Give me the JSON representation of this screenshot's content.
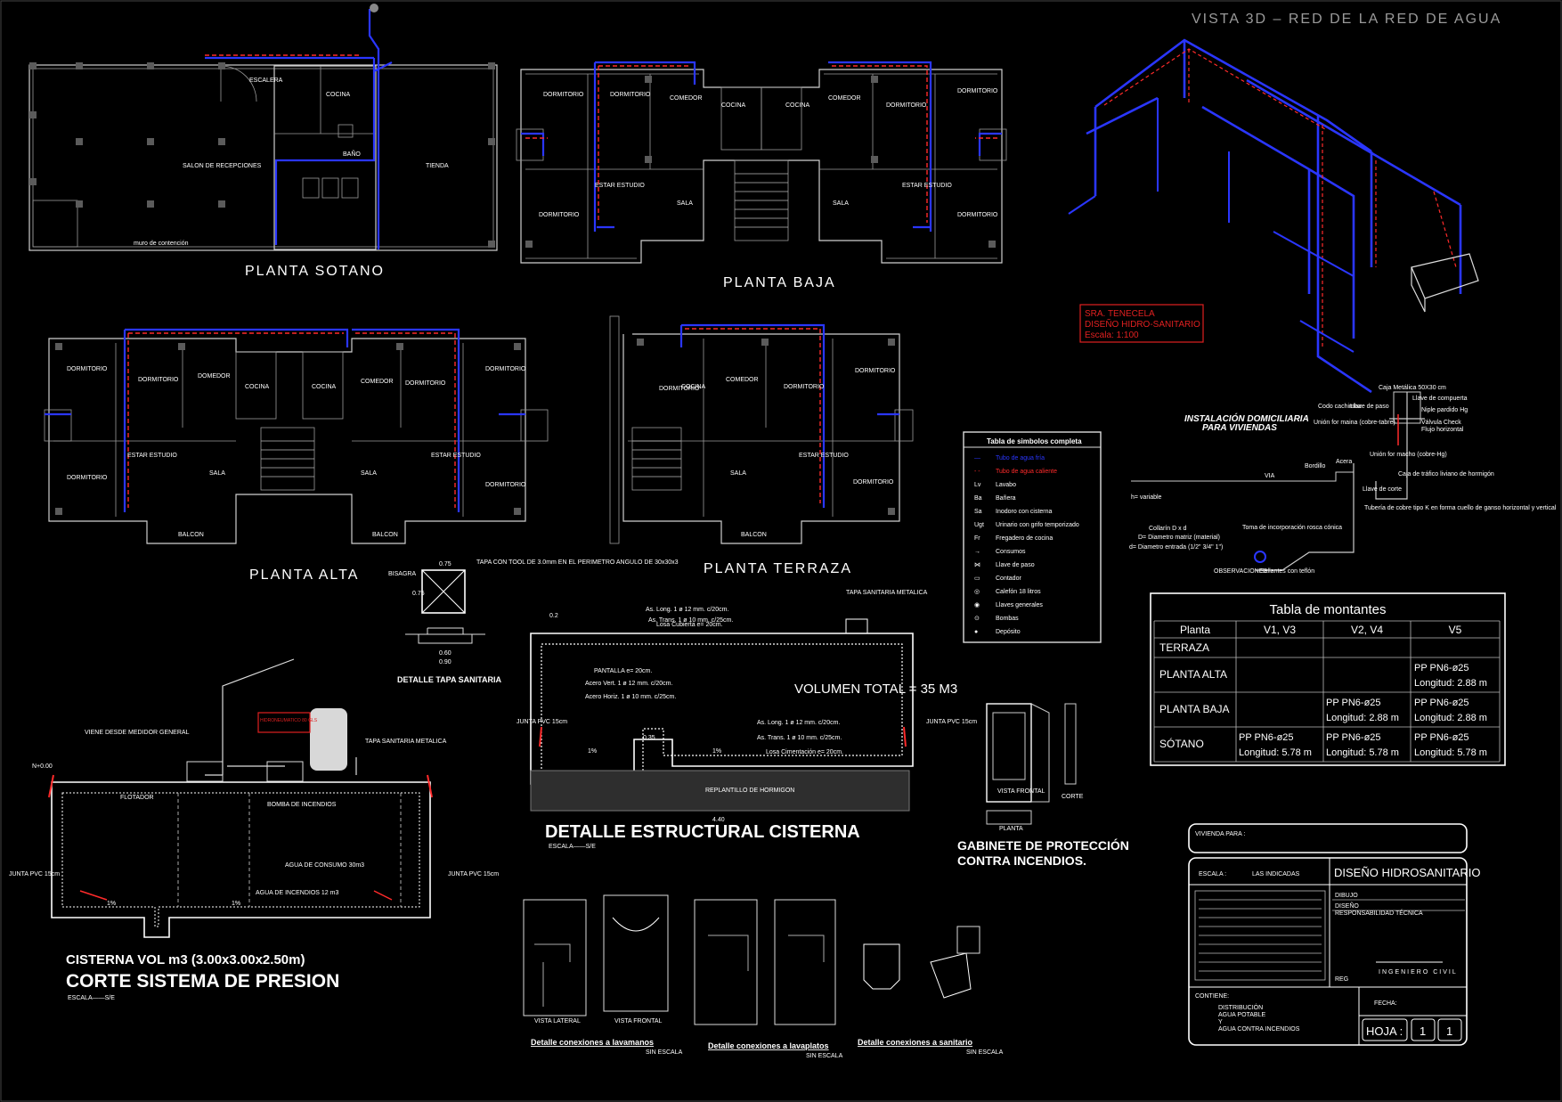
{
  "colors": {
    "background": "#000000",
    "cold_pipe": "#2a36ff",
    "hot_pipe": "#ff2a2a",
    "lines": "#cfcfcf"
  },
  "plans": {
    "sotano": {
      "title": "PLANTA SOTANO",
      "rooms": [
        "SALON DE RECEPCIONES",
        "TIENDA",
        "COCINA",
        "ESCALERA",
        "BAÑO",
        "muro de contención"
      ]
    },
    "baja": {
      "title": "PLANTA BAJA",
      "rooms": [
        "DORMITORIO",
        "DORMITORIO",
        "COMEDOR",
        "COCINA",
        "COCINA",
        "COMEDOR",
        "DORMITORIO",
        "DORMITORIO",
        "ESTAR ESTUDIO",
        "ESTAR ESTUDIO",
        "SALA",
        "SALA",
        "DORMITORIO",
        "DORMITORIO"
      ]
    },
    "alta": {
      "title": "PLANTA ALTA",
      "rooms": [
        "DORMITORIO",
        "DORMITORIO",
        "DOMEDOR",
        "COCINA",
        "COCINA",
        "COMEDOR",
        "DORMITORIO",
        "DORMITORIO",
        "ESTAR ESTUDIO",
        "ESTAR ESTUDIO",
        "SALA",
        "SALA",
        "DORMITORIO",
        "DORMITORIO",
        "BALCON",
        "BALCON"
      ]
    },
    "terraza": {
      "title": "PLANTA TERRAZA",
      "rooms": [
        "DORMITORIO",
        "COCINA",
        "COMEDOR",
        "DORMITORIO",
        "DORMITORIO",
        "ESTAR ESTUDIO",
        "SALA",
        "DORMITORIO",
        "BALCON"
      ]
    }
  },
  "vista3d": {
    "title": "VISTA 3D  – RED DE LA RED DE AGUA",
    "stamp_lines": [
      "SRA. TENECELA",
      "DISEÑO HIDRO-SANITARIO",
      "Escala: 1:100"
    ]
  },
  "instalacion": {
    "title_lines": [
      "INSTALACIÓN DOMICILIARIA",
      "PARA VIVIENDAS"
    ],
    "labels": [
      "Caja Metálica 50X30 cm",
      "Llave de compuerta",
      "Codo cachimba",
      "Llave de paso",
      "Unión for maina (cobre-tabre)",
      "Niple pardido Hg",
      "Válvula Check",
      "Flujo horizontal",
      "Bordillo",
      "Acera",
      "Unión for macho (cobre-Hg)",
      "Caja de tráfico liviano de hormigón",
      "VIA",
      "Llave de corte",
      "h= variable",
      "Tubería de cobre tipo K en forma cuello de ganso horizontal y vertical",
      "Collarín D x d",
      "D= Diametro matriz (material)",
      "d= Diametro entrada (1/2\" 3/4\" 1\")",
      "Toma de incorporación rosca cónica",
      "OBSERVACIONES:",
      "Sellantes con teflón"
    ]
  },
  "simbolos": {
    "title": "Tabla de simbolos completa",
    "items": [
      {
        "sym": "—",
        "label": "Tubo de agua fría",
        "color": "#2a36ff"
      },
      {
        "sym": "- -",
        "label": "Tubo de agua caliente",
        "color": "#ff2a2a"
      },
      {
        "sym": "Lv",
        "label": "Lavabo",
        "color": "#ffffff"
      },
      {
        "sym": "Ba",
        "label": "Bañera",
        "color": "#ffffff"
      },
      {
        "sym": "Sa",
        "label": "Inodoro con cisterna",
        "color": "#ffffff"
      },
      {
        "sym": "Ugt",
        "label": "Urinario con grifo temporizado",
        "color": "#ffffff"
      },
      {
        "sym": "Fr",
        "label": "Fregadero de cocina",
        "color": "#ffffff"
      },
      {
        "sym": "→",
        "label": "Consumos",
        "color": "#ffffff"
      },
      {
        "sym": "⋈",
        "label": "Llave de paso",
        "color": "#ffffff"
      },
      {
        "sym": "▭",
        "label": "Contador",
        "color": "#ffffff"
      },
      {
        "sym": "◎",
        "label": "Calefón 18 litros",
        "color": "#ffffff"
      },
      {
        "sym": "◉",
        "label": "Llaves generales",
        "color": "#ffffff"
      },
      {
        "sym": "⊙",
        "label": "Bombas",
        "color": "#ffffff"
      },
      {
        "sym": "●",
        "label": "Depósito",
        "color": "#ffffff"
      }
    ]
  },
  "montantes": {
    "title": "Tabla de montantes",
    "headers": [
      "Planta",
      "V1, V3",
      "V2, V4",
      "V5"
    ],
    "rows": [
      {
        "planta": "TERRAZA",
        "v13": [
          "",
          ""
        ],
        "v24": [
          "",
          ""
        ],
        "v5": [
          "",
          ""
        ]
      },
      {
        "planta": "PLANTA ALTA",
        "v13": [
          "",
          ""
        ],
        "v24": [
          "",
          ""
        ],
        "v5": [
          "PP PN6-ø25",
          "Longitud: 2.88 m"
        ]
      },
      {
        "planta": "PLANTA BAJA",
        "v13": [
          "",
          ""
        ],
        "v24": [
          "PP PN6-ø25",
          "Longitud: 2.88 m"
        ],
        "v5": [
          "PP PN6-ø25",
          "Longitud: 2.88 m"
        ]
      },
      {
        "planta": "SÓTANO",
        "v13": [
          "PP PN6-ø25",
          "Longitud: 5.78 m"
        ],
        "v24": [
          "PP PN6-ø25",
          "Longitud: 5.78 m"
        ],
        "v5": [
          "PP PN6-ø25",
          "Longitud: 5.78 m"
        ]
      }
    ]
  },
  "tapa": {
    "title": "DETALLE TAPA SANITARIA",
    "labels": [
      "0.75",
      "0.75",
      "BISAGRA",
      "TAPA CON TOOL DE 3.0mm EN EL PERIMETRO ANGULO DE 30x30x3",
      "0.60",
      "0.90"
    ]
  },
  "cisterna_struct": {
    "title": "DETALLE ESTRUCTURAL CISTERNA",
    "scale": "ESCALA——S/E",
    "volume": "VOLUMEN TOTAL = 35 M3",
    "labels": [
      "As. Long. 1 ø 12 mm. c/20cm.",
      "As. Trans. 1 ø 10 mm. c/25cm.",
      "Losa Cubierta e= 20cm.",
      "TAPA SANITARIA METALICA",
      "PANTALLA e= 20cm.",
      "Acero Vert. 1 ø 12 mm. c/20cm.",
      "Acero Horiz. 1 ø 10 mm. c/25cm.",
      "JUNTA PVC 15cm",
      "JUNTA PVC 15cm",
      "As. Long. 1 ø 12 mm. c/20cm.",
      "As. Trans. 1 ø 10 mm. c/25cm.",
      "Losa Cimentación e= 20cm.",
      "REPLANTILLO DE HORMIGON",
      "0.35",
      "0.2",
      "4.40",
      "1%",
      "1%"
    ]
  },
  "cisterna_corte": {
    "title1": "CISTERNA VOL m3 (3.00x3.00x2.50m)",
    "title2": "CORTE  SISTEMA DE PRESION",
    "scale": "ESCALA——S/E",
    "labels": [
      "VIENE DESDE MEDIDOR GENERAL",
      "FLOTADOR",
      "BOMBA DE INCENDIOS",
      "AGUA DE CONSUMO 30m3",
      "AGUA DE INCENDIOS 12 m3",
      "HIDRONEUMATICO 80 GLS",
      "TAPA SANITARIA METALICA",
      "JUNTA PVC 15cm",
      "JUNTA PVC 15cm",
      "N+0.00",
      "1%",
      "1%"
    ]
  },
  "gabinete": {
    "title_lines": [
      "GABINETE DE PROTECCIÓN",
      "CONTRA INCENDIOS."
    ],
    "labels": [
      "VISTA FRONTAL",
      "CORTE",
      "PLANTA"
    ]
  },
  "conexiones": [
    {
      "title": "Detalle conexiones a lavamanos",
      "views": [
        "VISTA LATERAL",
        "VISTA FRONTAL"
      ],
      "scale": "SIN ESCALA"
    },
    {
      "title": "Detalle conexiones a lavaplatos",
      "views": [],
      "scale": "SIN ESCALA"
    },
    {
      "title": "Detalle conexiones a sanitario",
      "views": [],
      "scale": "SIN ESCALA"
    }
  ],
  "title_block": {
    "vivienda": "VIVIENDA PARA :",
    "escala_label": "ESCALA   :",
    "escala_value": "LAS INDICADAS",
    "project": "DISEÑO HIDROSANITARIO",
    "fields": [
      "DIBUJO",
      "DISEÑO",
      "RESPONSABILIDAD TÉCNICA"
    ],
    "engineer": "INGENIERO CIVIL",
    "reg": "REG",
    "contiene_label": "CONTIENE:",
    "contiene": [
      "DISTRIBUCIÓN",
      "AGUA POTABLE",
      "Y",
      "AGUA CONTRA INCENDIOS"
    ],
    "fecha_label": "FECHA:",
    "hoja_label": "HOJA :",
    "hoja_num": "1",
    "hoja_total": "1"
  }
}
